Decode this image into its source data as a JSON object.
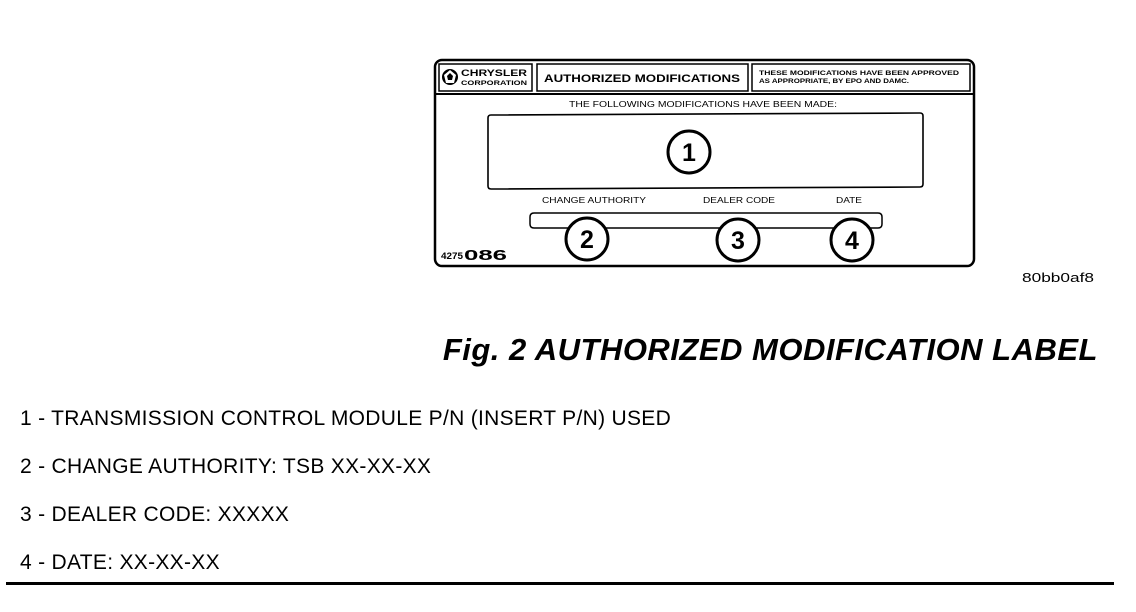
{
  "label": {
    "logo_line1": "CHRYSLER",
    "logo_line2": "CORPORATION",
    "title": "AUTHORIZED MODIFICATIONS",
    "note_line1": "THESE MODIFICATIONS HAVE BEEN APPROVED",
    "note_line2": "AS APPROPRIATE, BY EPO AND DAMC.",
    "instruction": "THE FOLLOWING MODIFICATIONS HAVE BEEN MADE:",
    "field_change_authority": "CHANGE AUTHORITY",
    "field_dealer_code": "DEALER CODE",
    "field_date": "DATE",
    "part_number_prefix": "4275",
    "part_number_suffix": "086",
    "callouts": [
      "1",
      "2",
      "3",
      "4"
    ]
  },
  "figure": {
    "image_id": "80bb0af8",
    "caption": "Fig. 2 AUTHORIZED MODIFICATION LABEL"
  },
  "legend": [
    "1 - TRANSMISSION CONTROL MODULE P/N (INSERT P/N) USED",
    "2 - CHANGE AUTHORITY: TSB XX-XX-XX",
    "3 - DEALER CODE: XXXXX",
    "4 - DATE: XX-XX-XX"
  ]
}
